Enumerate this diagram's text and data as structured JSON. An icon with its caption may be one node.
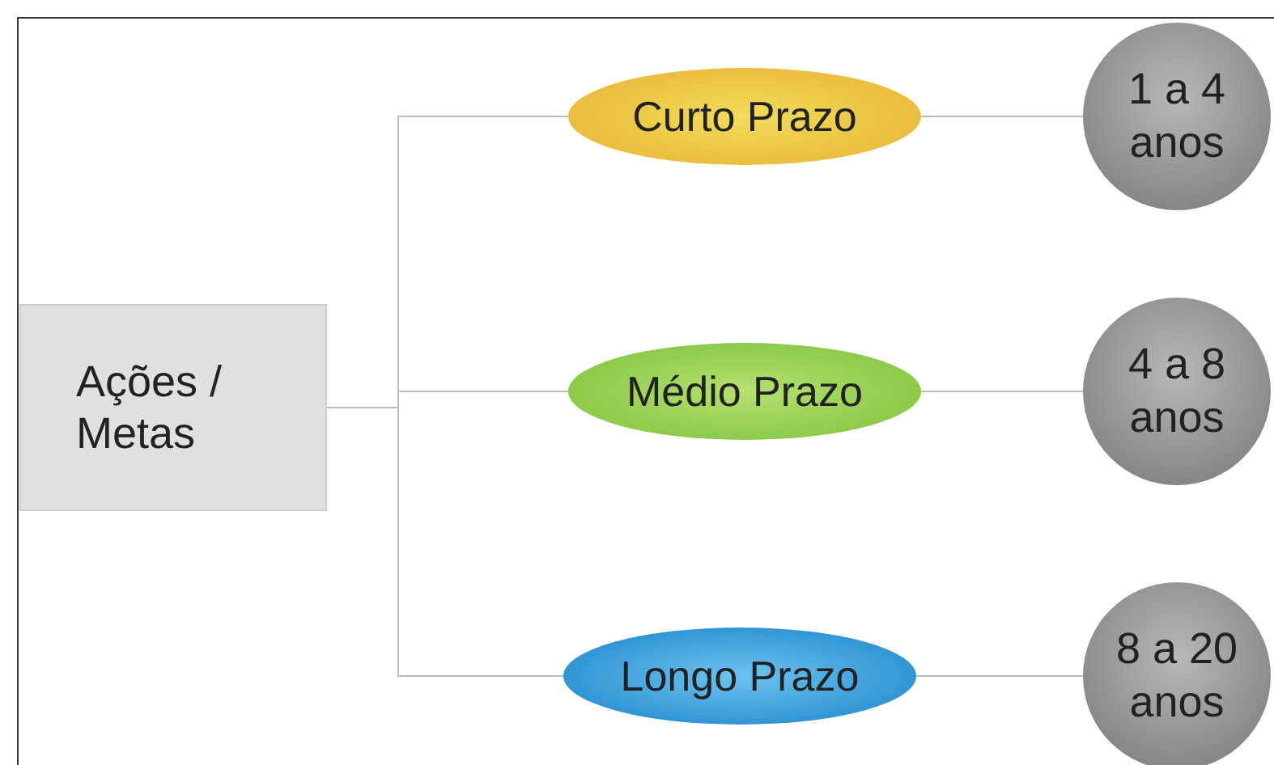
{
  "diagram": {
    "nodes": [
      {
        "text": [
          "Ações / Metas"
        ]
      },
      {
        "text": [
          "Curto Prazo"
        ]
      },
      {
        "text": [
          "Médio Prazo"
        ]
      },
      {
        "text": [
          "Longo Prazo"
        ]
      },
      {
        "text": [
          "1 a 4 anos"
        ]
      },
      {
        "text": [
          "4 a 8 anos"
        ]
      },
      {
        "text": [
          "8 a 20 anos"
        ]
      }
    ],
    "edges": [
      {
        "from": 0,
        "to": 1,
        "arrow": "none"
      },
      {
        "from": 0,
        "to": 2,
        "arrow": "none"
      },
      {
        "from": 0,
        "to": 3,
        "arrow": "none"
      },
      {
        "from": 1,
        "to": 4,
        "arrow": "none"
      },
      {
        "from": 2,
        "to": 5,
        "arrow": "none"
      },
      {
        "from": 3,
        "to": 6,
        "arrow": "none"
      }
    ]
  }
}
